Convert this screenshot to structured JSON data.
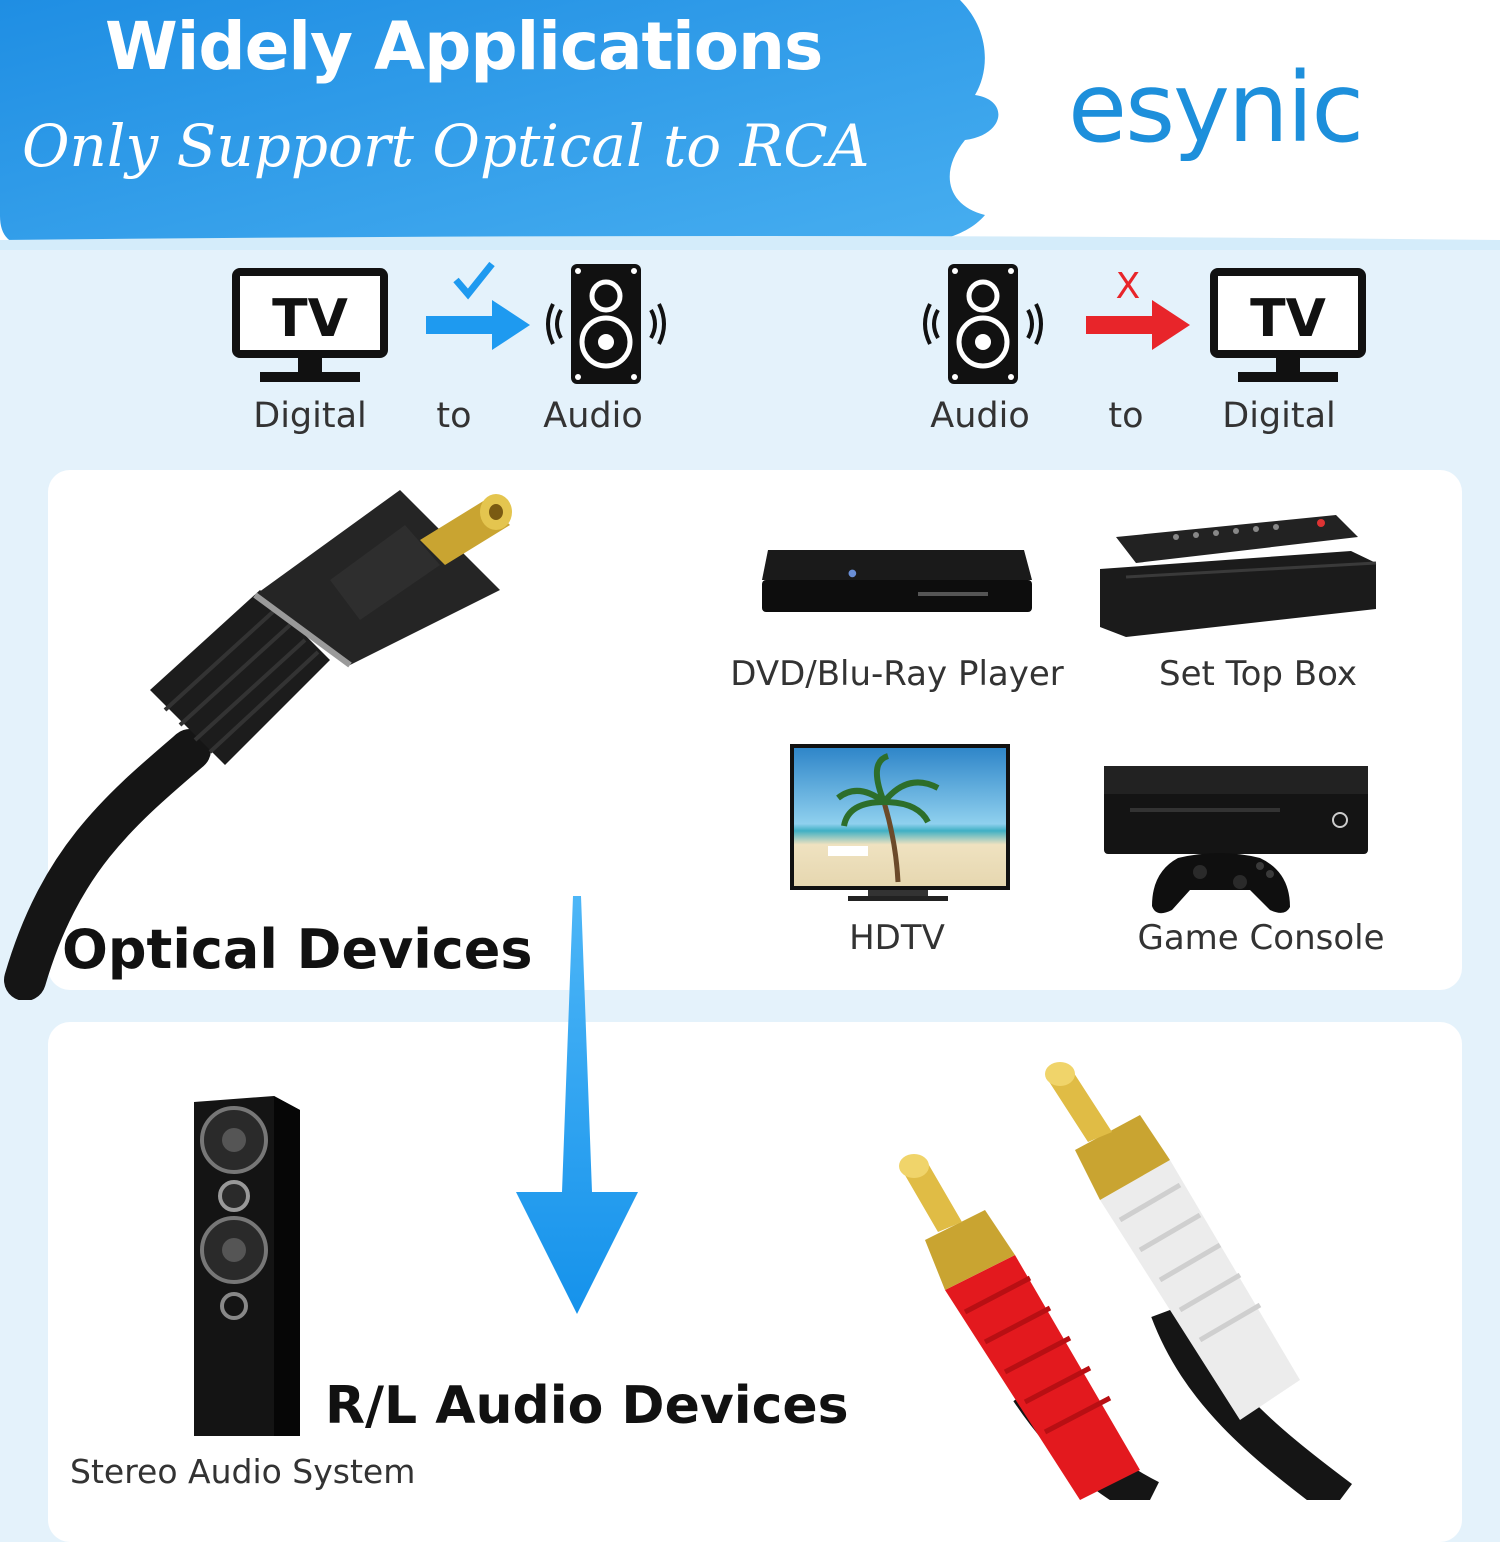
{
  "header": {
    "title": "Widely Applications",
    "subtitle": "Only Support Optical to RCA",
    "brand": "esynic"
  },
  "flow": {
    "supported": {
      "from": "Digital",
      "connector": "to",
      "to": "Audio",
      "status_icon": "check-icon"
    },
    "unsupported": {
      "from": "Audio",
      "connector": "to",
      "to": "Digital",
      "status_icon": "x-icon",
      "mark": "X"
    },
    "tv_label": "TV"
  },
  "optical": {
    "heading": "Optical Devices",
    "devices": [
      {
        "label": "DVD/Blu-Ray Player",
        "icon": "bluray-player-icon"
      },
      {
        "label": "Set Top Box",
        "icon": "set-top-box-icon"
      },
      {
        "label": "HDTV",
        "icon": "hdtv-icon"
      },
      {
        "label": "Game Console",
        "icon": "game-console-icon"
      }
    ]
  },
  "rl": {
    "heading": "R/L Audio Devices",
    "caption": "Stereo Audio System"
  },
  "colors": {
    "banner": "#2e9be8",
    "brand": "#1d8fdb",
    "arrow_blue": "#1e9af0",
    "arrow_red": "#e8252a",
    "background": "#e4f2fb"
  }
}
